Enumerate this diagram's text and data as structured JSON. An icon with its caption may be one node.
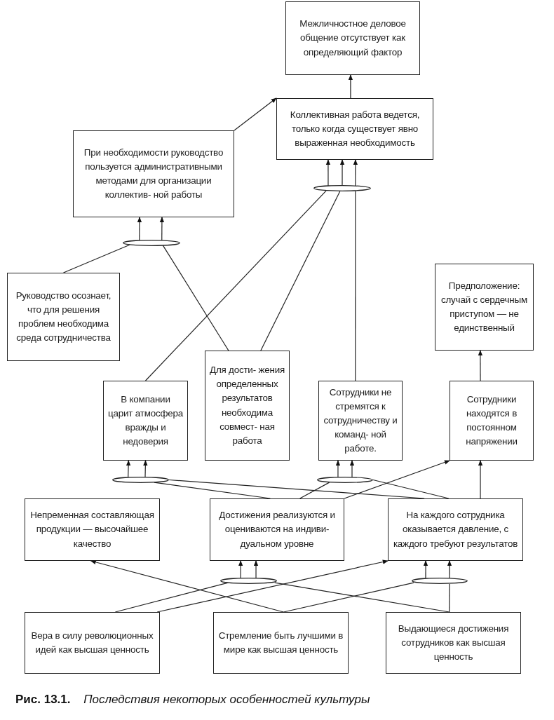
{
  "diagram": {
    "caption": "**Рис. 13.1.** *Последствия некоторых особенностей культуры*",
    "nodes": [
      {
        "text": [
          "Межличностное деловое общение отсутствует как определяющий фактор"
        ]
      },
      {
        "text": [
          "Коллективная работа ведется, только когда существует явно выраженная необходимость"
        ]
      },
      {
        "text": [
          "При необходимости руководство пользуется административными методами для организации коллектив- ной работы"
        ]
      },
      {
        "text": [],
        "shape": "ellipse"
      },
      {
        "text": [],
        "shape": "ellipse"
      },
      {
        "text": [
          "Руководство осознает, что для решения проблем необходима среда сотрудничества"
        ]
      },
      {
        "text": [
          "Предположение: случай с сердечным приступом — не единственный"
        ]
      },
      {
        "text": [
          "Для дости- жения определенных результатов необходима совмест- ная работа"
        ]
      },
      {
        "text": [
          "В компании царит атмосфера вражды и недоверия"
        ]
      },
      {
        "text": [
          "Сотрудники не стремятся к сотрудничеству и команд- ной работе."
        ]
      },
      {
        "text": [
          "Сотрудники находятся в постоянном напряжении"
        ]
      },
      {
        "text": [],
        "shape": "ellipse"
      },
      {
        "text": [],
        "shape": "ellipse"
      },
      {
        "text": [
          "Непременная составляющая продукции — высочайшее качество"
        ]
      },
      {
        "text": [
          "Достижения реализуются и оцениваются на индиви- дуальном уровне"
        ]
      },
      {
        "text": [
          "На каждого сотрудника оказывается давление, с каждого требуют результатов"
        ]
      },
      {
        "text": [],
        "shape": "ellipse"
      },
      {
        "text": [],
        "shape": "ellipse"
      },
      {
        "text": [
          "Вера в силу революционных идей как высшая ценность"
        ]
      },
      {
        "text": [
          "Стремление быть лучшими в мире как высшая ценность"
        ]
      },
      {
        "text": [
          "Выдающиеся достижения сотрудников как высшая ценность"
        ]
      }
    ],
    "edges": [
      {
        "from": 1,
        "to": 0,
        "arrow": "to"
      },
      {
        "from": 2,
        "to": 1,
        "arrow": "to"
      },
      {
        "from": 3,
        "to": 1,
        "arrow": "to"
      },
      {
        "from": 3,
        "to": 1,
        "arrow": "to"
      },
      {
        "from": 3,
        "to": 1,
        "arrow": "to"
      },
      {
        "from": 4,
        "to": 2,
        "arrow": "to"
      },
      {
        "from": 4,
        "to": 2,
        "arrow": "to"
      },
      {
        "from": 5,
        "to": 4,
        "arrow": "none"
      },
      {
        "from": 7,
        "to": 4,
        "arrow": "none"
      },
      {
        "from": 8,
        "to": 3,
        "arrow": "none"
      },
      {
        "from": 7,
        "to": 3,
        "arrow": "none"
      },
      {
        "from": 9,
        "to": 3,
        "arrow": "none"
      },
      {
        "from": 10,
        "to": 6,
        "arrow": "to"
      },
      {
        "from": 11,
        "to": 8,
        "arrow": "to"
      },
      {
        "from": 11,
        "to": 8,
        "arrow": "to"
      },
      {
        "from": 12,
        "to": 9,
        "arrow": "to"
      },
      {
        "from": 12,
        "to": 9,
        "arrow": "to"
      },
      {
        "from": 14,
        "to": 11,
        "arrow": "none"
      },
      {
        "from": 15,
        "to": 11,
        "arrow": "none"
      },
      {
        "from": 14,
        "to": 12,
        "arrow": "none"
      },
      {
        "from": 15,
        "to": 12,
        "arrow": "none"
      },
      {
        "from": 14,
        "to": 10,
        "arrow": "to"
      },
      {
        "from": 15,
        "to": 10,
        "arrow": "to"
      },
      {
        "from": 16,
        "to": 14,
        "arrow": "to"
      },
      {
        "from": 16,
        "to": 14,
        "arrow": "to"
      },
      {
        "from": 17,
        "to": 15,
        "arrow": "to"
      },
      {
        "from": 17,
        "to": 15,
        "arrow": "to"
      },
      {
        "from": 18,
        "to": 16,
        "arrow": "none"
      },
      {
        "from": 18,
        "to": 15,
        "arrow": "to"
      },
      {
        "from": 19,
        "to": 13,
        "arrow": "to"
      },
      {
        "from": 19,
        "to": 17,
        "arrow": "none"
      },
      {
        "from": 20,
        "to": 16,
        "arrow": "none"
      },
      {
        "from": 20,
        "to": 17,
        "arrow": "none"
      }
    ]
  }
}
